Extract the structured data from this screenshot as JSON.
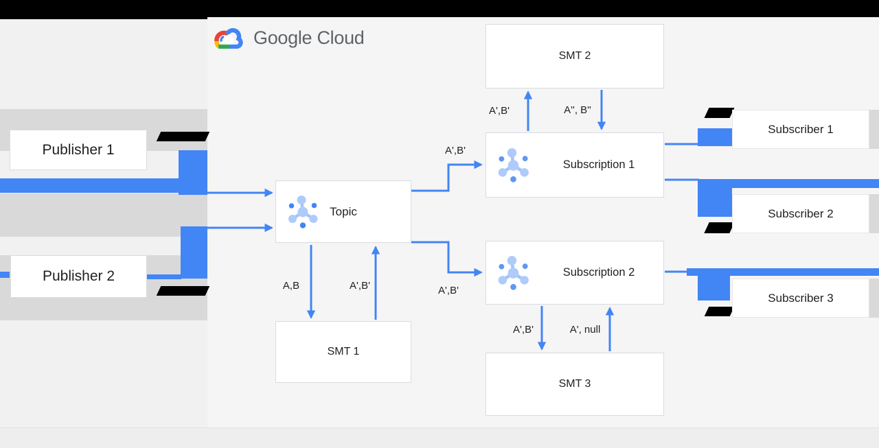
{
  "logo": {
    "text": "Google Cloud"
  },
  "nodes": {
    "publisher1": {
      "label": "Publisher 1"
    },
    "publisher2": {
      "label": "Publisher 2"
    },
    "topic": {
      "label": "Topic"
    },
    "smt1": {
      "label": "SMT 1"
    },
    "smt2": {
      "label": "SMT 2"
    },
    "smt3": {
      "label": "SMT 3"
    },
    "subscription1": {
      "label": "Subscription 1"
    },
    "subscription2": {
      "label": "Subscription 2"
    },
    "subscriber1": {
      "label": "Subscriber 1"
    },
    "subscriber2": {
      "label": "Subscriber 2"
    },
    "subscriber3": {
      "label": "Subscriber 3"
    }
  },
  "edges": {
    "topic_to_sub1": "A',B'",
    "topic_to_sub2": "A',B'",
    "topic_to_smt1": "A,B",
    "smt1_to_topic": "A',B'",
    "sub1_to_smt2": "A',B'",
    "smt2_to_sub1": "A'', B''",
    "sub2_to_smt3": "A',B'",
    "smt3_to_sub2": "A', null"
  },
  "colors": {
    "arrow_blue": "#4285f4",
    "icon_light_blue": "#aecbfa",
    "box_border": "#d9dbde",
    "gray_band": "#d9d9d9",
    "letterbox": "#000000",
    "logo_red": "#ea4335",
    "logo_yellow": "#fbbc04",
    "logo_green": "#34a853",
    "logo_gray_text": "#5f6368"
  }
}
